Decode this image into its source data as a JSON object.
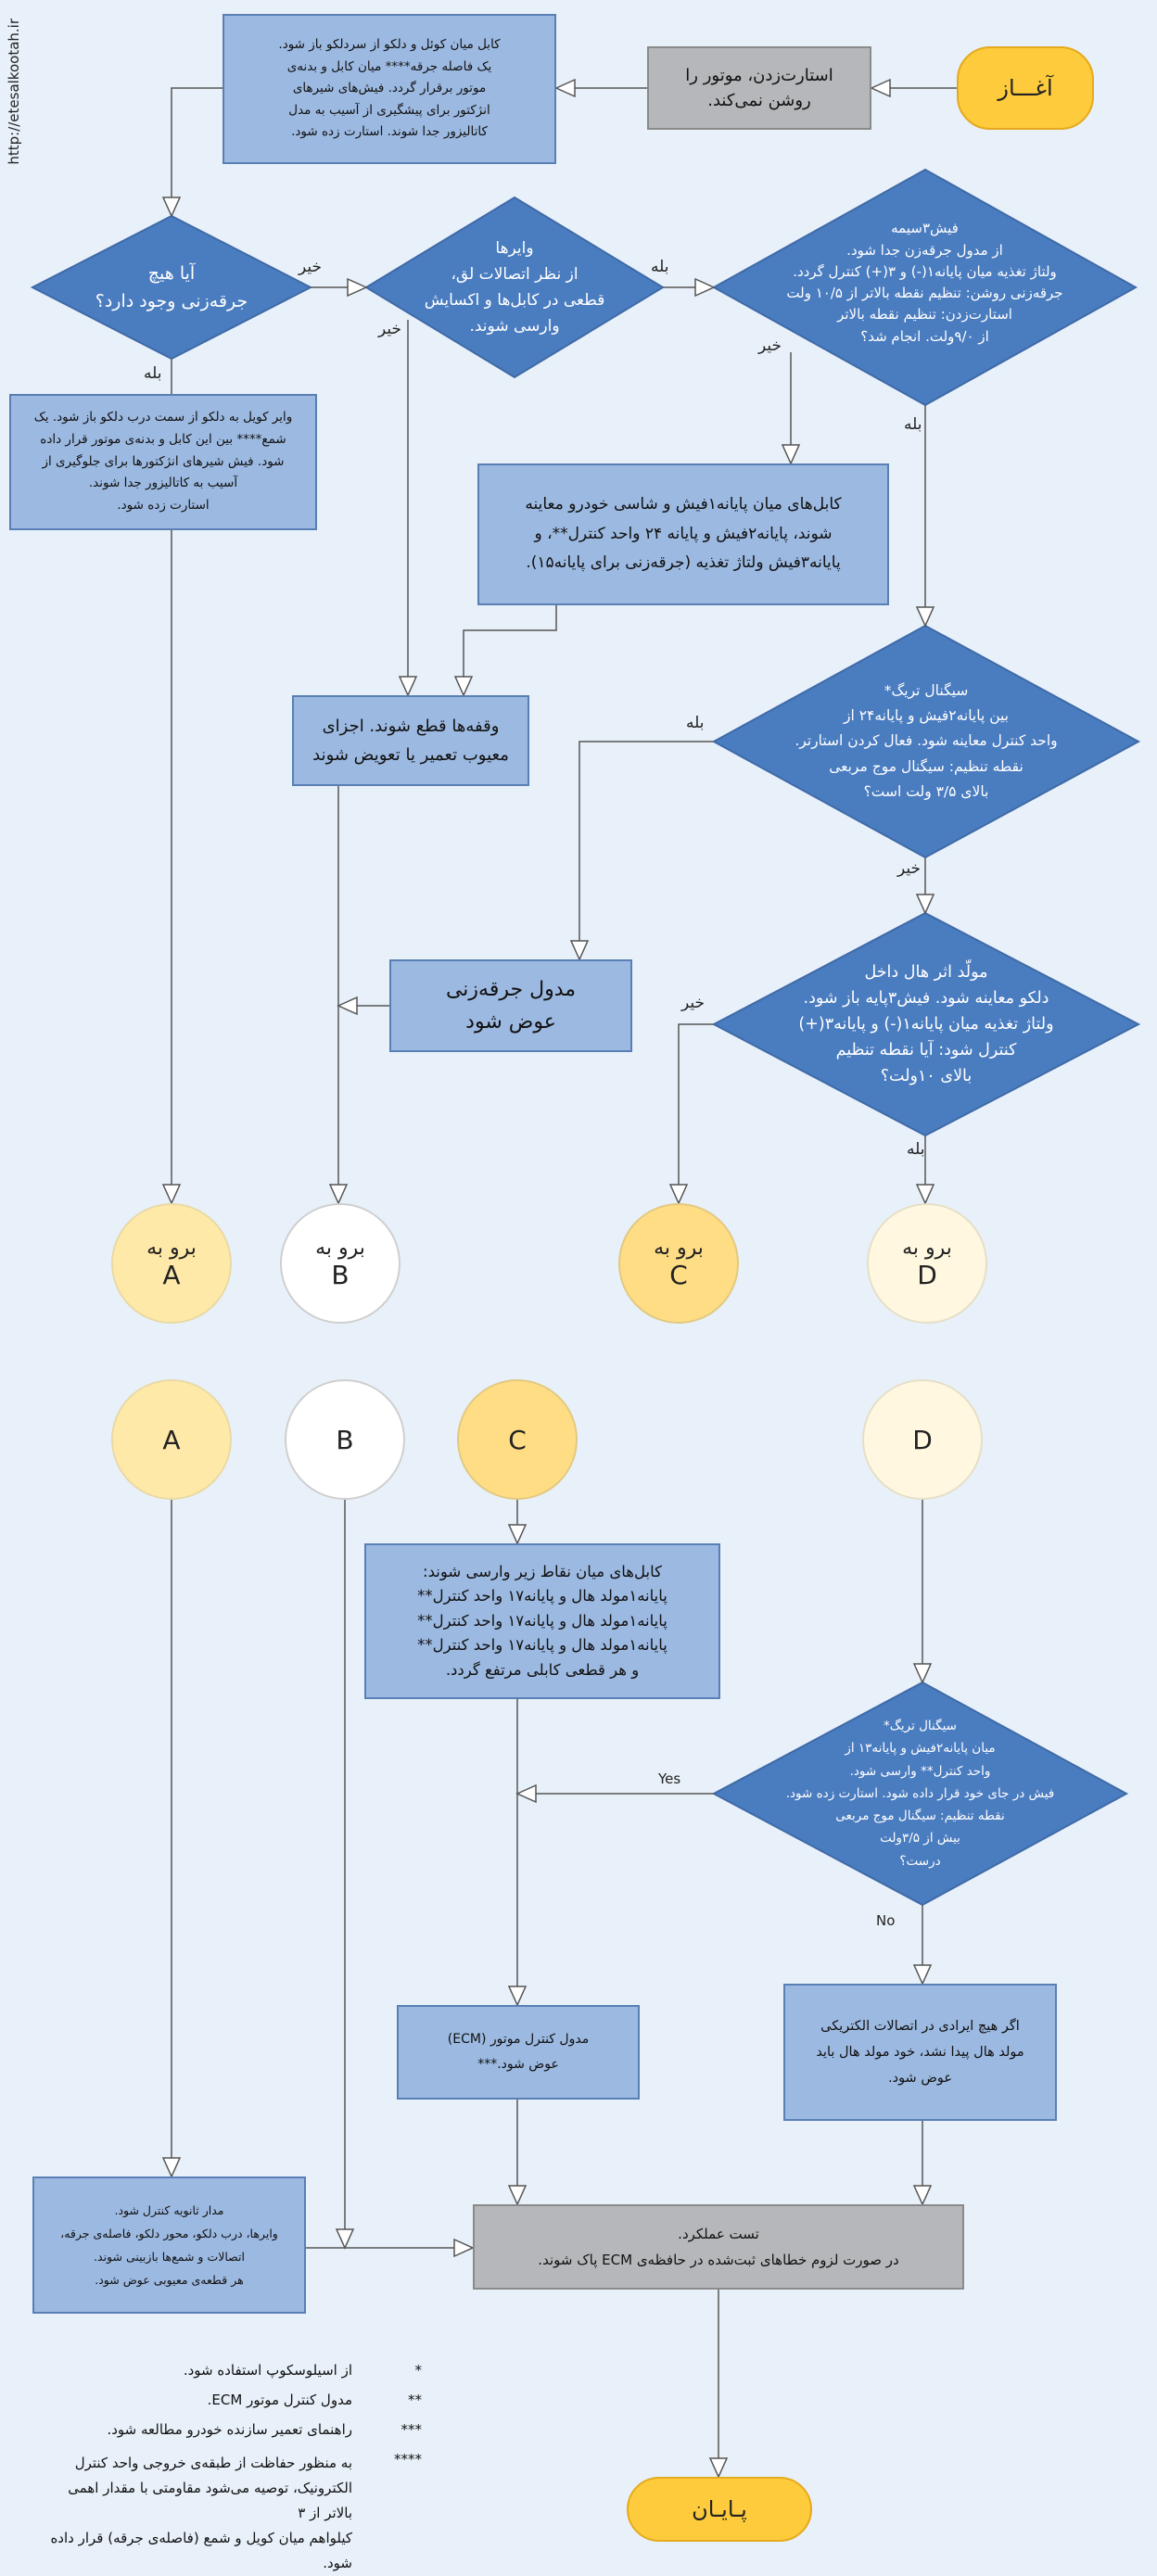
{
  "watermark": "http://etesalkootah.ir",
  "start": "آغـــاز",
  "end": "پـایـان",
  "boxes": {
    "no_start": "استارت‌زدن، موتور را\nروشن نمی‌کند.",
    "coil_check": "کابل میان کوئل و دلکو از سردلکو باز شود.\nیک فاصله جرقه**** میان کابل و بدنه‌ی\nموتور برقرار گردد. فیش‌های شیرهای\nانژکتور برای پیشگیری از آسیب به مدل\nکاتالیزور جدا شوند. استارت زده شود.",
    "coil_wire": "وایر کویل به دلکو از سمت درب دلکو باز شود. یک\nشمع**** بین این کابل و بدنه‌ی موتور قرار داده\nشود. فیش شیرهای انژکتورها برای جلوگیری از\nآسیب به کاتالیزور جدا شوند.\nاستارت زده شود.",
    "cable_check": "کابل‌های میان پایانه۱فیش و شاسی خودرو معاینه\nشوند، پایانه۲فیش و پایانه ۲۴ واحد کنترل**، و\nپایانه۳فیش ولتاژ تغذیه (جرقه‌زنی برای پایانه۱۵).",
    "repair": "وقفه‌ها قطع شوند. اجزای\nمعیوب تعمیر یا تعویض شوند",
    "ignition_module": "مدول جرقه‌زنی\nعوض شود",
    "hall_cables": "کابل‌های میان نقاط زیر وارسی شوند:\nپایانه۱مولد هال و پایانه۱۷ واحد کنترل**\nپایانه۱مولد هال و پایانه۱۷ واحد کنترل**\nپایانه۱مولد هال و پایانه۱۷ واحد کنترل**\nو هر قطعی کابلی مرتفع گردد.",
    "ecm_replace": "مدول کنترل موتور (ECM)\nعوض شود.***",
    "hall_replace": "اگر هیچ ایرادی در اتصالات الکتریکی\nمولد هال پیدا نشد، خود مولد هال باید\nعوض شود.",
    "secondary": "مدار ثانویه کنترل شود.\nوایرها، درب دلکو، محور دلکو، فاصله‌ی جرقه،\nاتصالات و شمع‌ها بازبینی شوند.\nهر قطعه‌ی معیوبی عوض شود.",
    "perf_test": "تست عملکرد.\nدر صورت لزوم خطاهای ثبت‌شده در حافظه‌ی ECM پاک شوند."
  },
  "diamonds": {
    "spark": "آیا هیچ\nجرقه‌زنی وجود دارد؟",
    "wires": "وایرها\nاز نظر اتصالات لق،\nقطعی در کابل‌ها و اکسایش\nوارسی شوند.",
    "plug3": "فیش۳سیمه\nاز مدول جرقه‌زن جدا شود.\nولتاژ تغذیه میان پایانه۱(-) و ۳(+) کنترل گردد.\nجرقه‌زنی روشن: تنظیم نقطه بالاتر از ۱۰/۵ ولت\nاستارت‌زدن: تنظیم نقطه بالاتر\nاز ۹/۰ولت. انجام شد؟",
    "trig": "سیگنال تریگ*\nبین پایانه۲فیش و پایانه۲۴ از\nواحد کنترل معاینه شود. فعال کردن استارتر.\nنقطه تنظیم: سیگنال موج مربعی\nبالای ۳/۵ ولت است؟",
    "hall": "مولّد اثر هال داخل\nدلکو معاینه شود. فیش۳پایه باز شود.\nولتاژ تغذیه میان پایانه۱(-) و پایانه۳(+)\nکنترل شود: آیا نقطه تنظیم\nبالای ۱۰ولت؟",
    "trig2": "سیگنال تریگ*\nمیان پایانه۲فیش و پایانه۱۳ از\nواحد کنترل** وارسی شود.\nفیش در جای خود قرار داده شود. استارت زده شود.\nنقطه تنظیم: سیگنال موج مربعی\nبیش از ۳/۵ولت\nدرست؟"
  },
  "labels": {
    "yes": "بله",
    "no": "خیر",
    "yes_en": "Yes",
    "no_en": "No",
    "goto": "برو به"
  },
  "connectors": [
    "A",
    "B",
    "C",
    "D"
  ],
  "colors": {
    "diamond": "#4a7cc0",
    "box": "#9cb9e1",
    "terminal": "#fdcb3b",
    "A": "#ffe9a8",
    "B": "#ffffff",
    "C": "#ffdd85",
    "D": "#fff7e0"
  },
  "legend": [
    {
      "mark": "*",
      "text": "از اسیلوسکوپ استفاده شود."
    },
    {
      "mark": "**",
      "text": "مدول کنترل موتور ECM."
    },
    {
      "mark": "***",
      "text": "راهنمای تعمیر سازنده خودرو مطالعه شود."
    },
    {
      "mark": "****",
      "text": "به منظور حفاظت از طبقه‌ی خروجی واحد کنترل\nالکترونیک، توصیه می‌شود مقاومتی با مقدار اهمی بالاتر از ۳\nکیلواهم میان کویل و شمع (فاصله‌ی جرقه) قرار داده شود."
    }
  ]
}
